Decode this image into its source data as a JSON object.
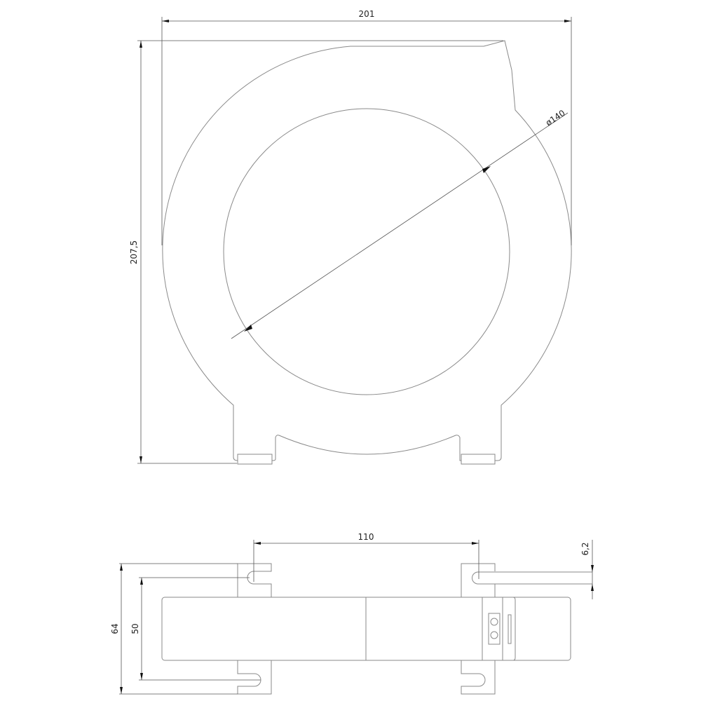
{
  "drawing": {
    "top_view": {
      "width_dim": "201",
      "height_dim": "207,5",
      "inner_diameter_dim": "ø140"
    },
    "side_view": {
      "spacing_dim": "110",
      "outer_height_dim": "64",
      "inner_height_dim": "50",
      "slot_dim": "6,2"
    },
    "line_color": "#8a8a8a"
  }
}
